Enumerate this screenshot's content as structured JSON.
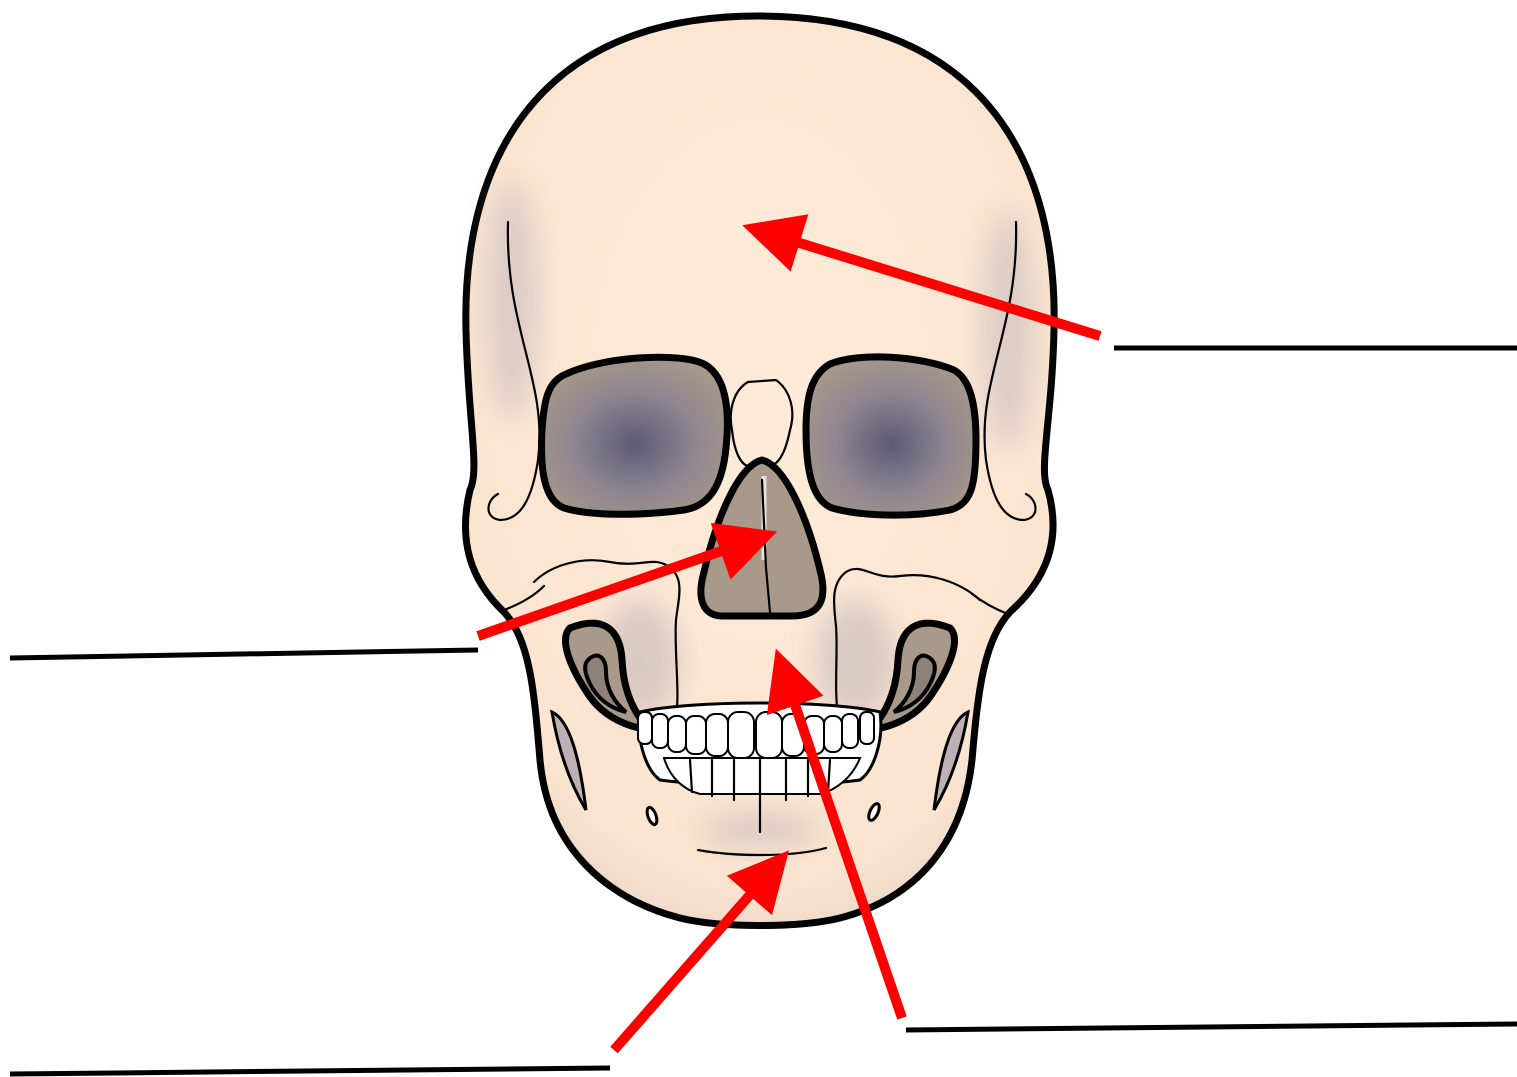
{
  "diagram": {
    "subject": "skull-front-view",
    "colors": {
      "bone": "#fbe7d3",
      "socket": "#a8998a",
      "outline": "#000000",
      "arrow": "#ff0000",
      "shade": "#5c5a78"
    },
    "labels": [
      {
        "id": "frontal-bone",
        "text": ""
      },
      {
        "id": "nasal-cavity",
        "text": ""
      },
      {
        "id": "maxilla",
        "text": ""
      },
      {
        "id": "mandible",
        "text": ""
      }
    ]
  }
}
